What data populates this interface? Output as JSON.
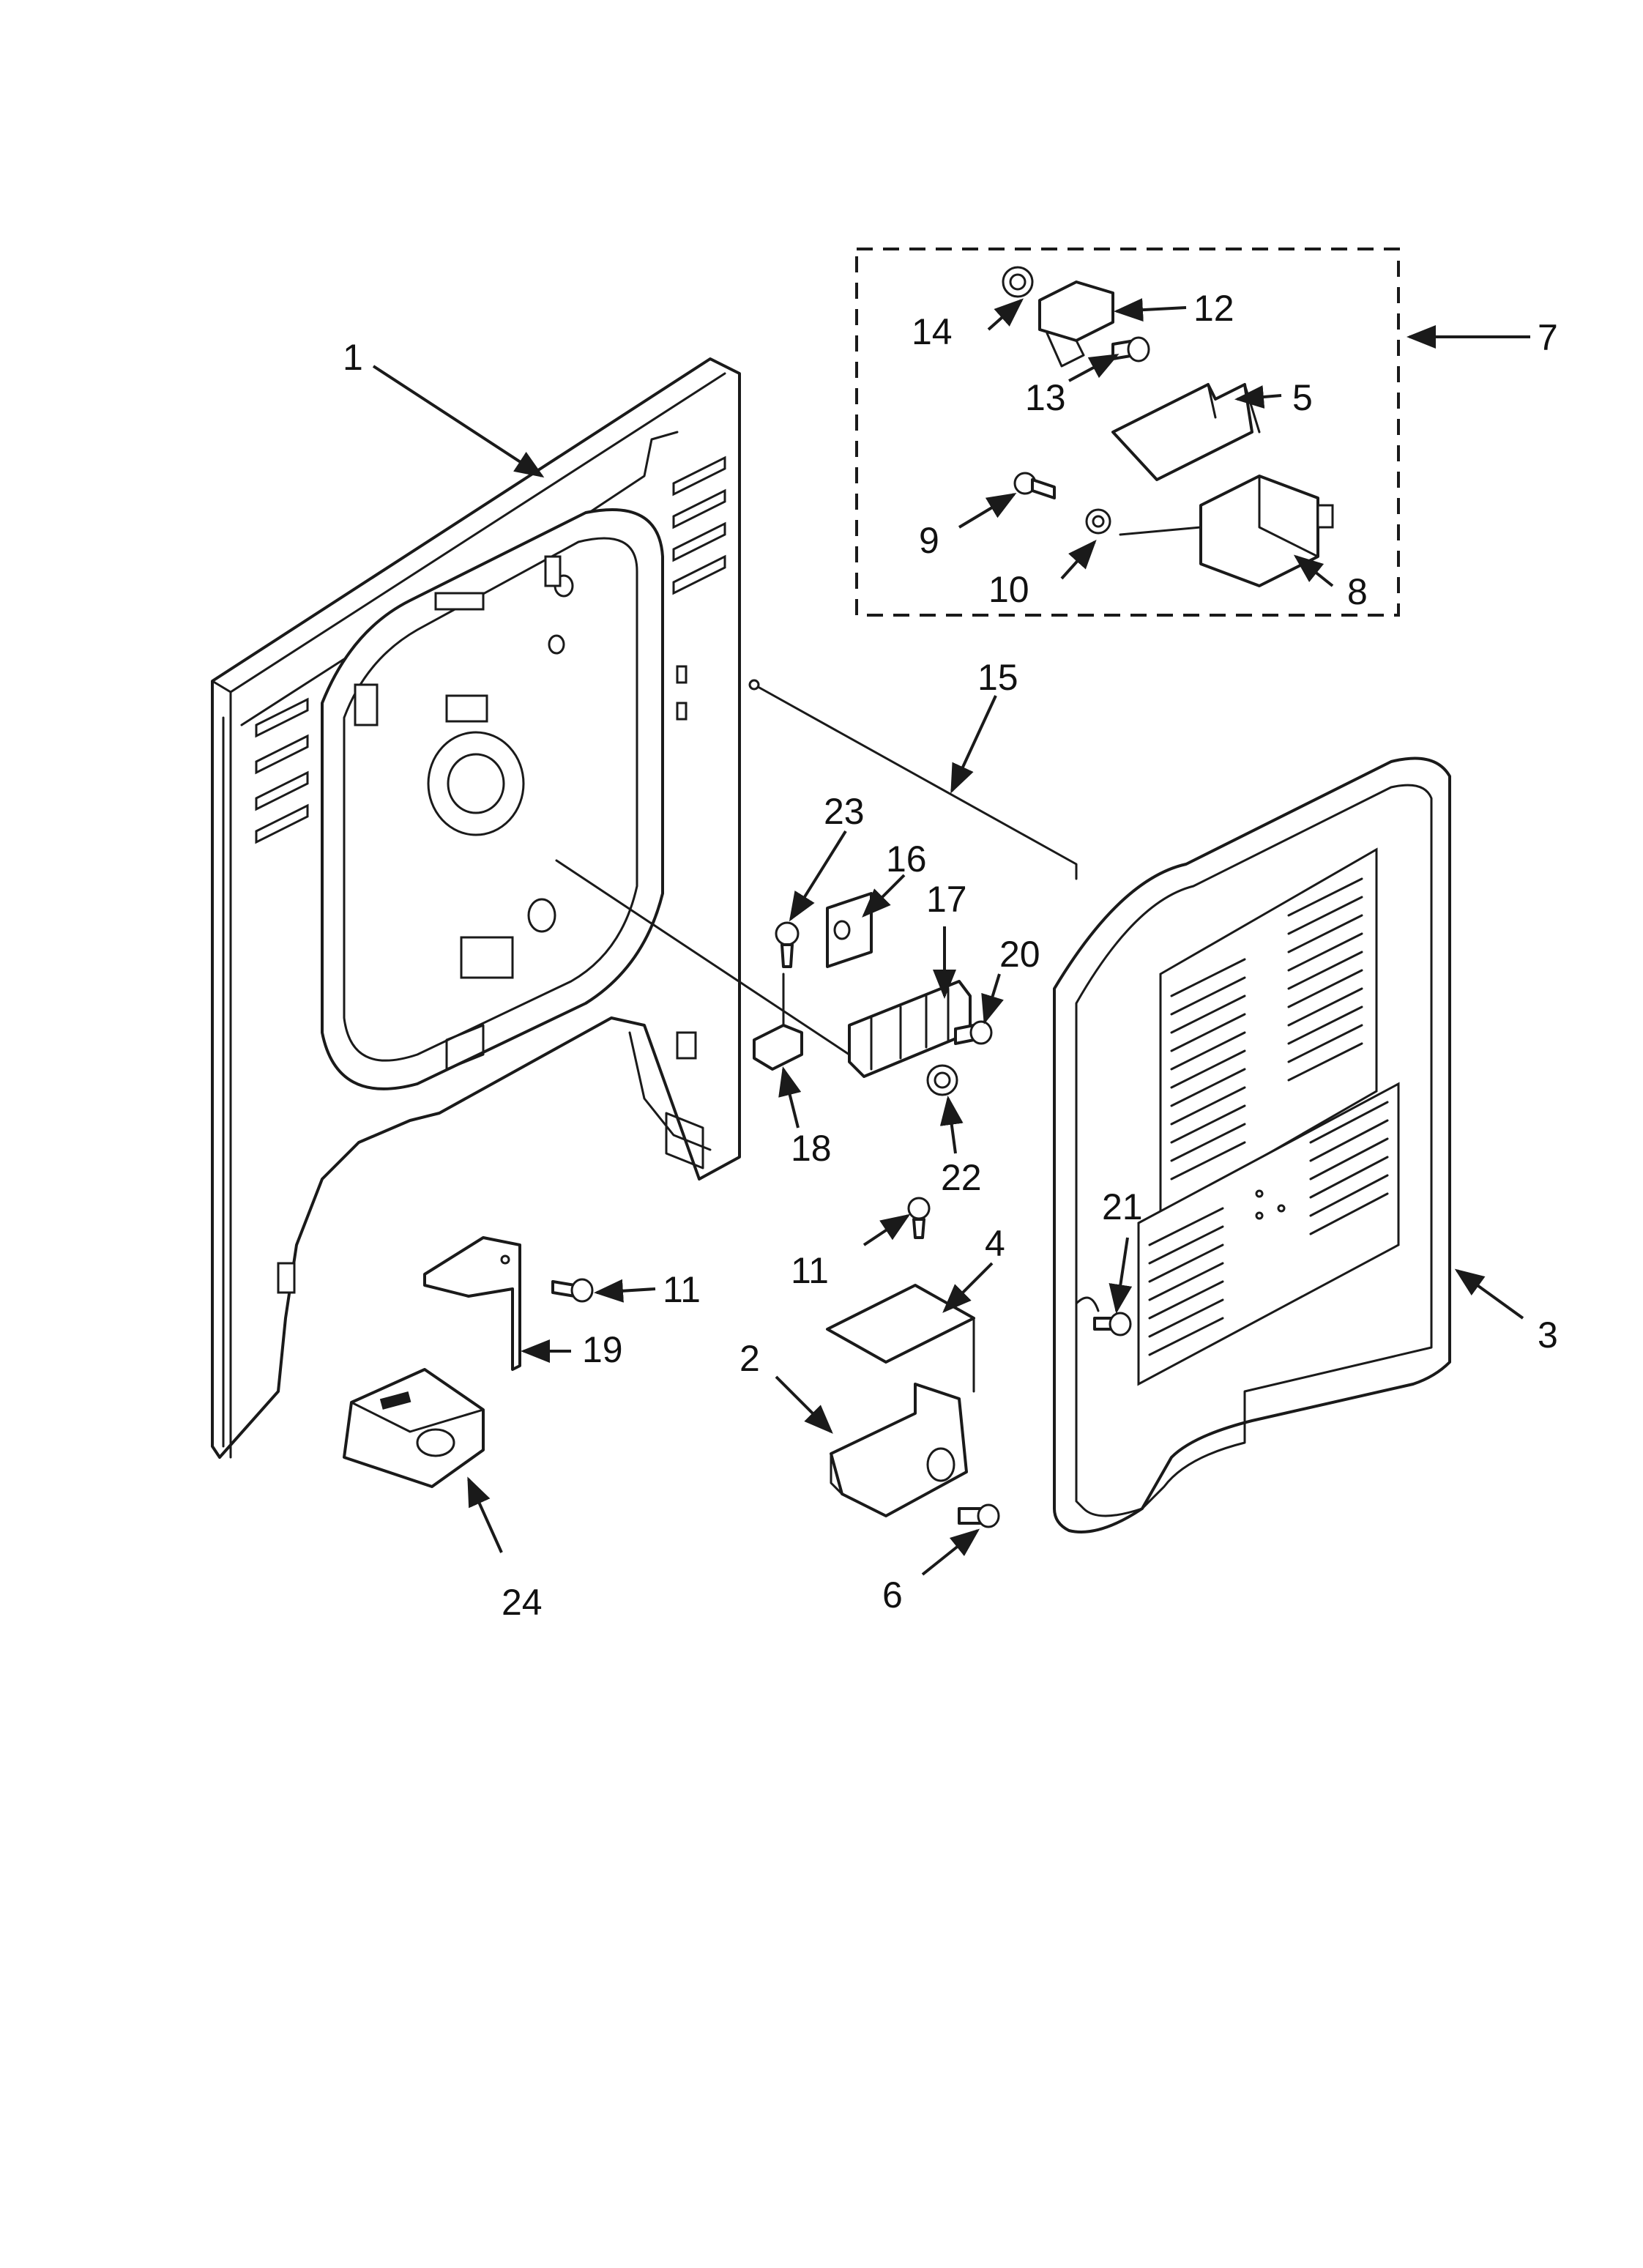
{
  "callouts": {
    "c1": "1",
    "c2": "2",
    "c3": "3",
    "c4": "4",
    "c5": "5",
    "c6": "6",
    "c7": "7",
    "c8": "8",
    "c9": "9",
    "c10": "10",
    "c11a": "11",
    "c11b": "11",
    "c12": "12",
    "c13": "13",
    "c14": "14",
    "c15": "15",
    "c16": "16",
    "c17": "17",
    "c18": "18",
    "c19": "19",
    "c20": "20",
    "c21": "21",
    "c22": "22",
    "c23": "23",
    "c24": "24"
  },
  "colors": {
    "line": "#1a1a1a",
    "background": "#ffffff"
  }
}
